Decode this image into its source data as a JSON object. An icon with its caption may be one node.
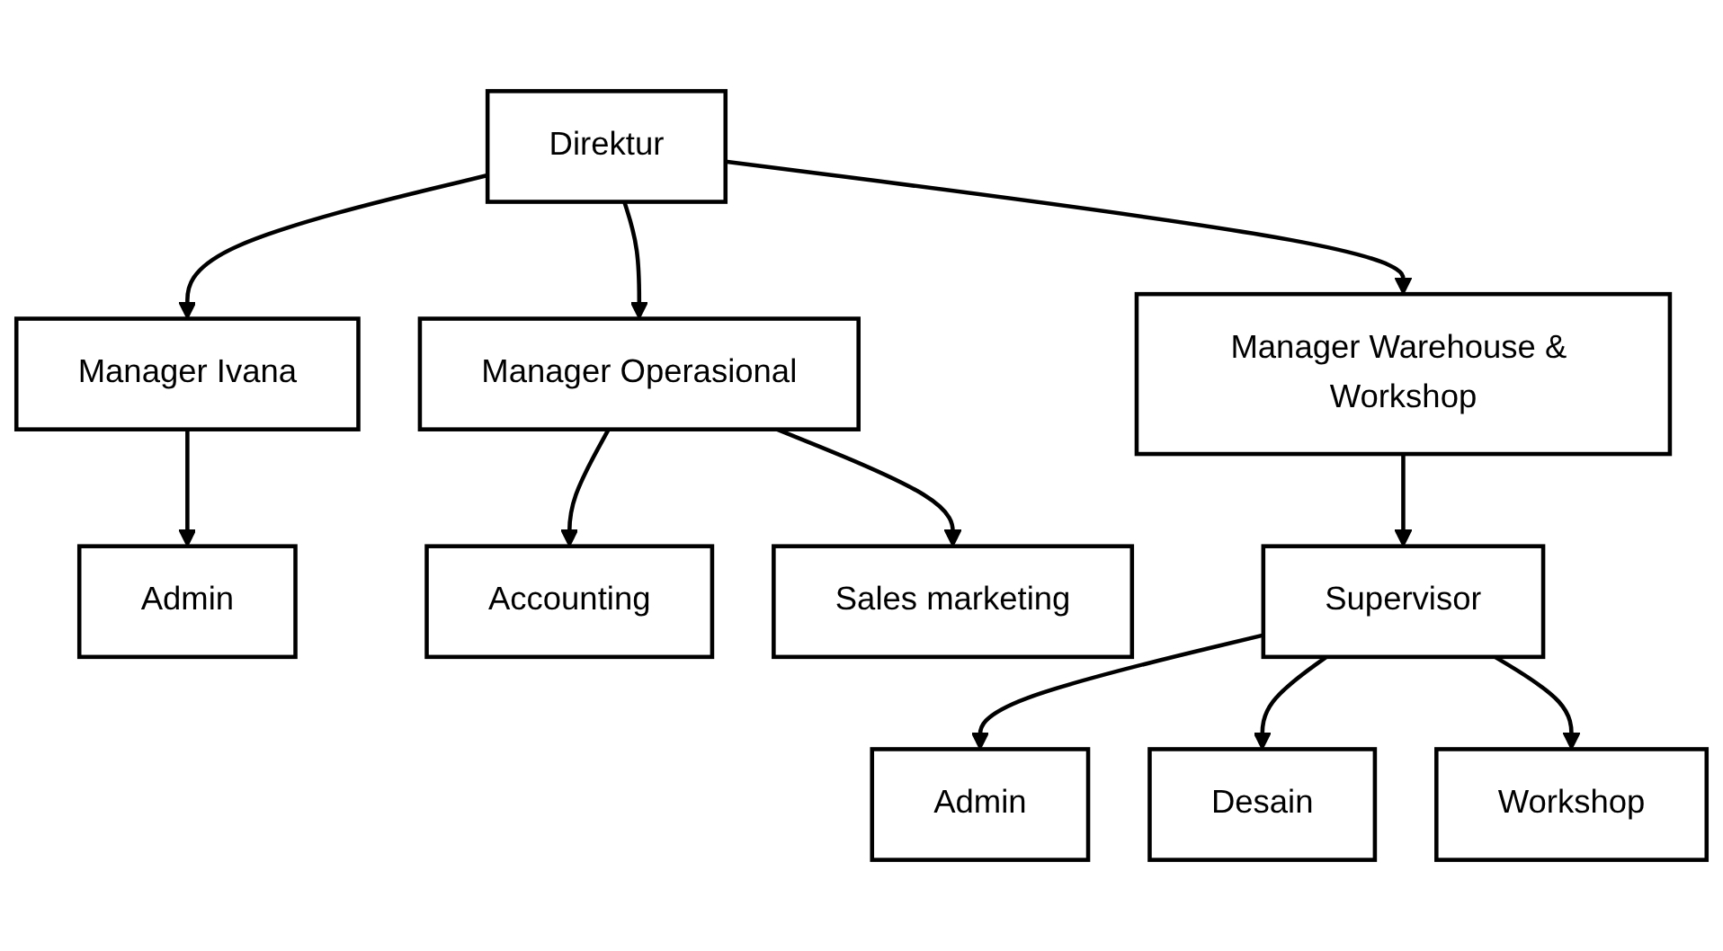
{
  "diagram": {
    "nodes": [
      {
        "text": [
          "Direktur"
        ]
      },
      {
        "text": [
          "Manager Ivana"
        ]
      },
      {
        "text": [
          "Manager Operasional"
        ]
      },
      {
        "text": [
          "Manager Warehouse & Workshop"
        ]
      },
      {
        "text": [
          "Admin"
        ]
      },
      {
        "text": [
          "Accounting"
        ]
      },
      {
        "text": [
          "Sales marketing"
        ]
      },
      {
        "text": [
          "Supervisor"
        ]
      },
      {
        "text": [
          "Admin"
        ]
      },
      {
        "text": [
          "Desain"
        ]
      },
      {
        "text": [
          "Workshop"
        ]
      }
    ],
    "edges": [
      {
        "from": 0,
        "to": 1,
        "arrow": "to"
      },
      {
        "from": 0,
        "to": 2,
        "arrow": "to"
      },
      {
        "from": 0,
        "to": 3,
        "arrow": "to"
      },
      {
        "from": 1,
        "to": 4,
        "arrow": "to"
      },
      {
        "from": 2,
        "to": 5,
        "arrow": "to"
      },
      {
        "from": 2,
        "to": 6,
        "arrow": "to"
      },
      {
        "from": 3,
        "to": 7,
        "arrow": "to"
      },
      {
        "from": 7,
        "to": 8,
        "arrow": "to"
      },
      {
        "from": 7,
        "to": 9,
        "arrow": "to"
      },
      {
        "from": 7,
        "to": 10,
        "arrow": "to"
      }
    ]
  }
}
